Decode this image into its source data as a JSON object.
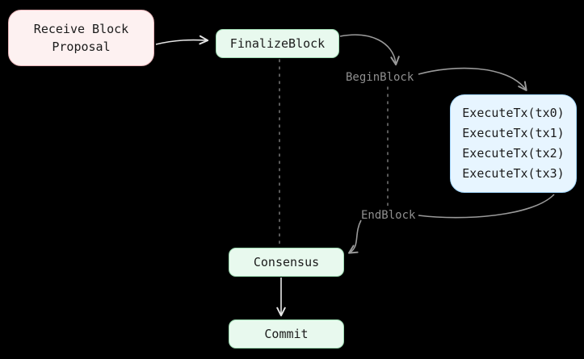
{
  "colors": {
    "background": "#000000",
    "node_text": "#1b1b1b",
    "pink_fill": "#fdf1f1",
    "pink_border": "#e8b4b8",
    "green_fill": "#e8f9ee",
    "green_border": "#9edbb2",
    "blue_fill": "#e7f5ff",
    "blue_border": "#a5d8ff",
    "edge_gray": "#9a9a9a",
    "edge_white": "#e6e6e6",
    "edge_dotted": "#707070",
    "label_gray": "#8f8f8f"
  },
  "nodes": {
    "receive_block_proposal": {
      "lines": [
        "Receive Block",
        "Proposal"
      ]
    },
    "finalize_block": {
      "label": "FinalizeBlock"
    },
    "execute_tx": {
      "lines": [
        "ExecuteTx(tx0)",
        "ExecuteTx(tx1)",
        "ExecuteTx(tx2)",
        "ExecuteTx(tx3)"
      ]
    },
    "consensus": {
      "label": "Consensus"
    },
    "commit": {
      "label": "Commit"
    }
  },
  "edge_labels": {
    "begin_block": "BeginBlock",
    "end_block": "EndBlock"
  }
}
